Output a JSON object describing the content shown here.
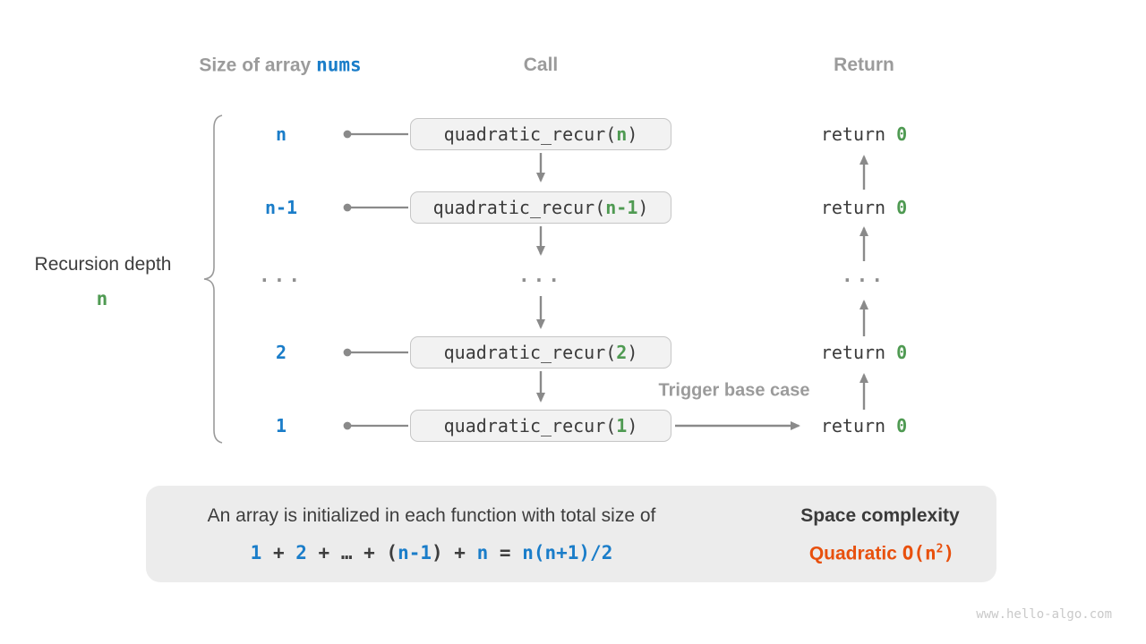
{
  "colors": {
    "blue": "#1a7dc9",
    "green": "#4f9a52",
    "orange": "#e8500d",
    "header_gray": "#9b9b9b",
    "dark_text": "#3d3d3d",
    "arrow_gray": "#8a8a8a",
    "panel_bg": "#ececec",
    "box_bg": "#f2f2f2",
    "box_border": "#c6c6c6"
  },
  "headers": {
    "size_label": "Size of array ",
    "size_code": "nums",
    "call": "Call",
    "return": "Return"
  },
  "left": {
    "depth_label": "Recursion depth",
    "depth_value": "n"
  },
  "rows": [
    {
      "size": "n",
      "arg": "n"
    },
    {
      "size": "n-1",
      "arg": "n-1"
    },
    {
      "size": "2",
      "arg": "2"
    },
    {
      "size": "1",
      "arg": "1"
    }
  ],
  "fn": {
    "prefix": "quadratic_recur(",
    "suffix": ")"
  },
  "ret": {
    "keyword": "return ",
    "value": "0"
  },
  "ellipsis": "...",
  "trigger_label": "Trigger base case",
  "panel": {
    "line1": "An array is initialized in each function with total size of",
    "equation_tokens": [
      {
        "text": "1",
        "color": "blue"
      },
      {
        "text": " + ",
        "color": "dark"
      },
      {
        "text": "2",
        "color": "blue"
      },
      {
        "text": " + … + ",
        "color": "dark"
      },
      {
        "text": "(",
        "color": "dark"
      },
      {
        "text": "n-1",
        "color": "blue"
      },
      {
        "text": ") + ",
        "color": "dark"
      },
      {
        "text": "n",
        "color": "blue"
      },
      {
        "text": " = ",
        "color": "dark"
      },
      {
        "text": "n(n+1)/2",
        "color": "blue"
      }
    ],
    "space_title": "Space complexity",
    "complexity_word": "Quadratic",
    "big_o_prefix": "O(n",
    "big_o_sup": "2",
    "big_o_suffix": ")"
  },
  "watermark": "www.hello-algo.com"
}
